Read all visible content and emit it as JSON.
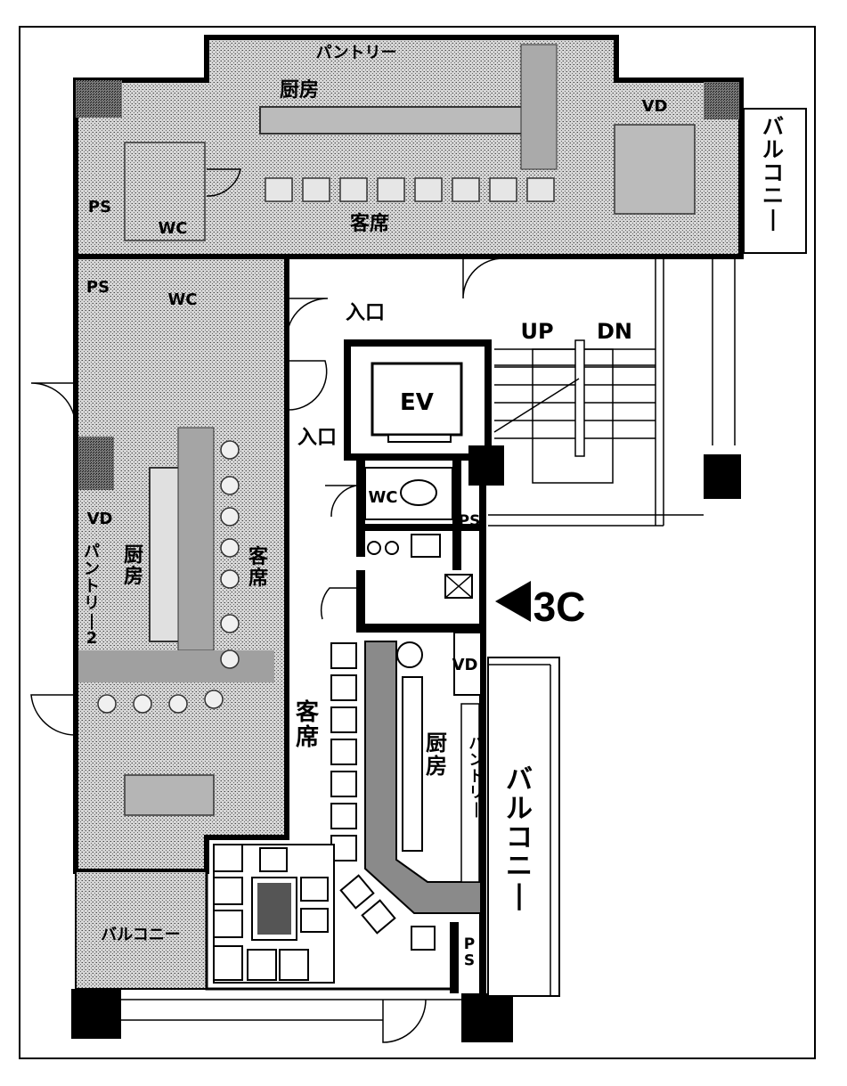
{
  "labels": {
    "balcony_top_right": "バルコニー",
    "kitchen_top": "厨房",
    "pantry_top": "パントリー",
    "seats_top": "客席",
    "ps_1": "PS",
    "wc_1": "WC",
    "vd_top": "VD",
    "ps_2": "PS",
    "wc_2": "WC",
    "entrance_1": "入口",
    "entrance_2": "入口",
    "up": "UP",
    "down": "DN",
    "elevator": "EV",
    "wc_3": "WC",
    "ps_3": "PS",
    "marker_3c": "3C",
    "vd_left": "VD",
    "pantry2": "パントリー2",
    "kitchen_left": "厨房",
    "seats_left": "客席",
    "seats_center": "客席",
    "vd_right": "VD",
    "kitchen_right": "厨房",
    "pantry_right": "パントリー",
    "balcony_right": "バルコニー",
    "balcony_bottom_left": "バルコニー",
    "ps_4": "PS"
  },
  "colors": {
    "wall": "#000000",
    "hatch": "#9a9a9a",
    "fixture_fill": "#c9c9c9",
    "counter_fill": "#7a7a7a",
    "background": "#ffffff"
  }
}
